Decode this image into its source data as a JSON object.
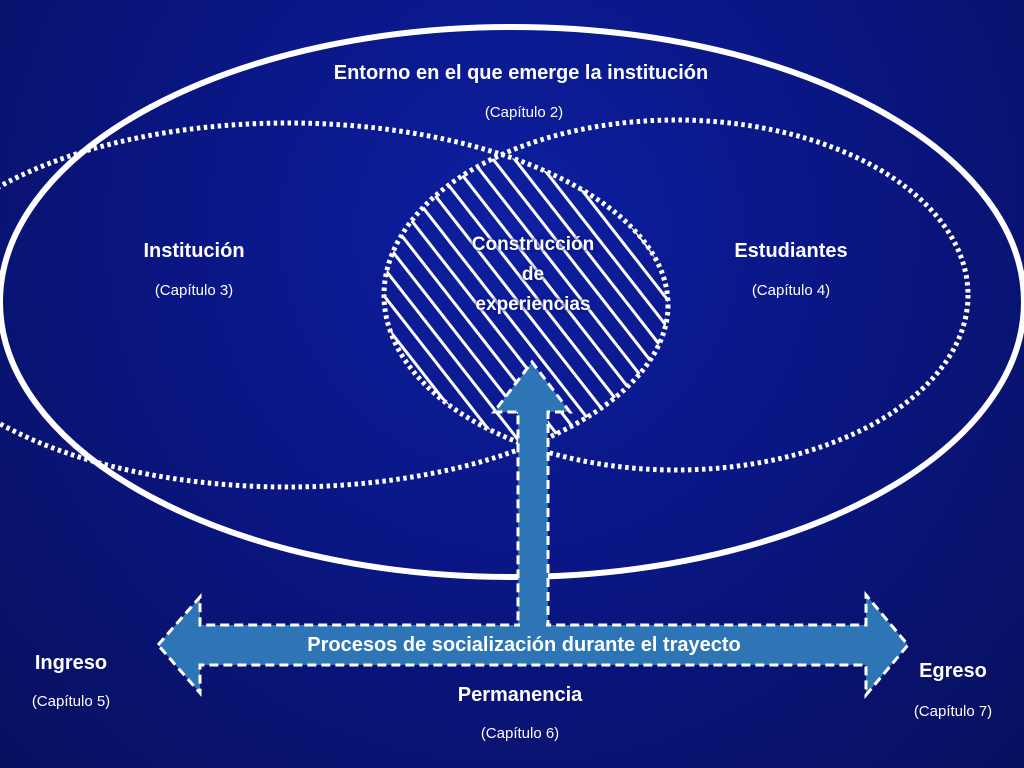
{
  "environment": {
    "title": "Entorno en el que emerge la institución",
    "chapter": "(Capítulo 2)"
  },
  "institution": {
    "title": "Institución",
    "chapter": "(Capítulo 3)"
  },
  "students": {
    "title": "Estudiantes",
    "chapter": "(Capítulo 4)"
  },
  "center": {
    "line1": "Construcción",
    "line2": "de",
    "line3": "experiencias"
  },
  "process": {
    "label": "Procesos de socialización durante el trayecto"
  },
  "ingreso": {
    "title": "Ingreso",
    "chapter": "(Capítulo 5)"
  },
  "permanencia": {
    "title": "Permanencia",
    "chapter": "(Capítulo 6)"
  },
  "egreso": {
    "title": "Egreso",
    "chapter": "(Capítulo 7)"
  },
  "colors": {
    "background": "#0a1684",
    "arrow_fill": "#2e75b6",
    "lines": "#ffffff"
  }
}
